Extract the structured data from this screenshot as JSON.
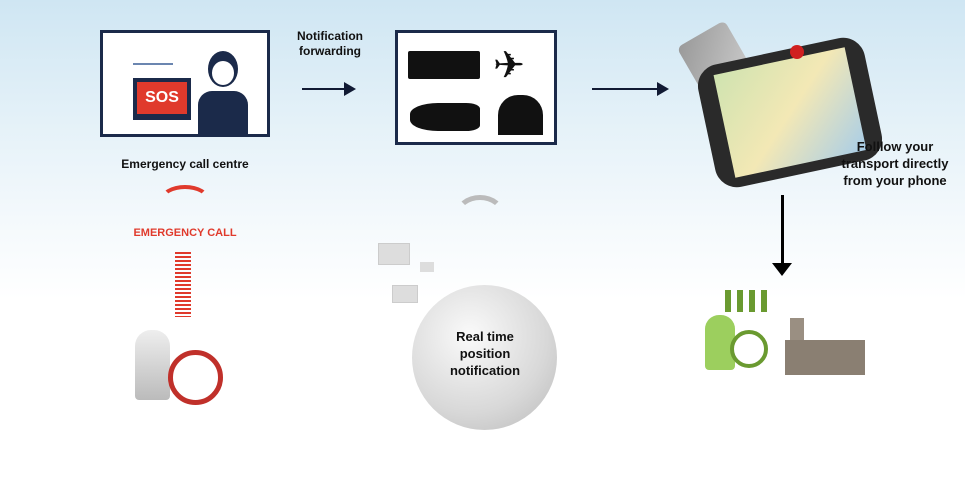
{
  "call_centre": {
    "label": "Emergency call centre",
    "sos": "SOS"
  },
  "forwarding": {
    "label": "Notification forwarding"
  },
  "emergency": {
    "label": "EMERGENCY CALL"
  },
  "phone": {
    "label": "Folllow your transport directly from your phone"
  },
  "globe": {
    "label": "Real time position notification"
  },
  "colors": {
    "navy": "#1b2a4a",
    "red": "#e03a2c",
    "green": "#8bbf4a"
  }
}
